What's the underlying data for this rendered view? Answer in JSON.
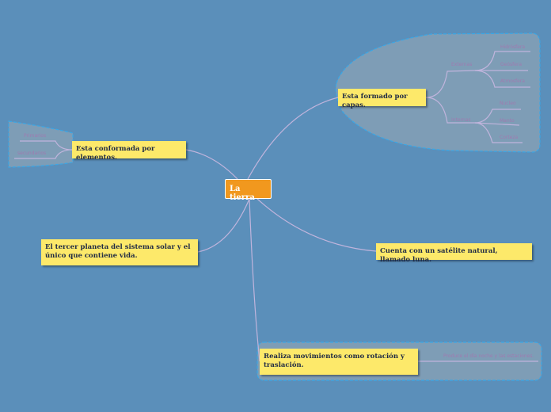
{
  "center": {
    "label": "La tierra"
  },
  "nodes": {
    "capas": {
      "label": "Esta formado por capas.",
      "children": [
        {
          "label": "Externas",
          "children": [
            "Hidrósfera",
            "Geósfera",
            "Atmosfera"
          ]
        },
        {
          "label": "Internas",
          "children": [
            "Nucleo",
            "Manto",
            "Corteza"
          ]
        }
      ]
    },
    "elementos": {
      "label": "Esta conformada por elementos.",
      "children": [
        "Primarios",
        "secundarios"
      ]
    },
    "planeta": {
      "label": "El tercer planeta del sistema solar y el único que contiene vida."
    },
    "satelite": {
      "label": "Cuenta con un satélite natural, llamado luna."
    },
    "movimientos": {
      "label": "Realiza movimientos como rotación y traslación.",
      "children": [
        "Produce el día noche y las estaciones."
      ]
    }
  },
  "colors": {
    "background": "#5b8fba",
    "center": "#f1981e",
    "node": "#fde96a",
    "region": "#7b9bb5",
    "subtext": "#a07ab0"
  }
}
